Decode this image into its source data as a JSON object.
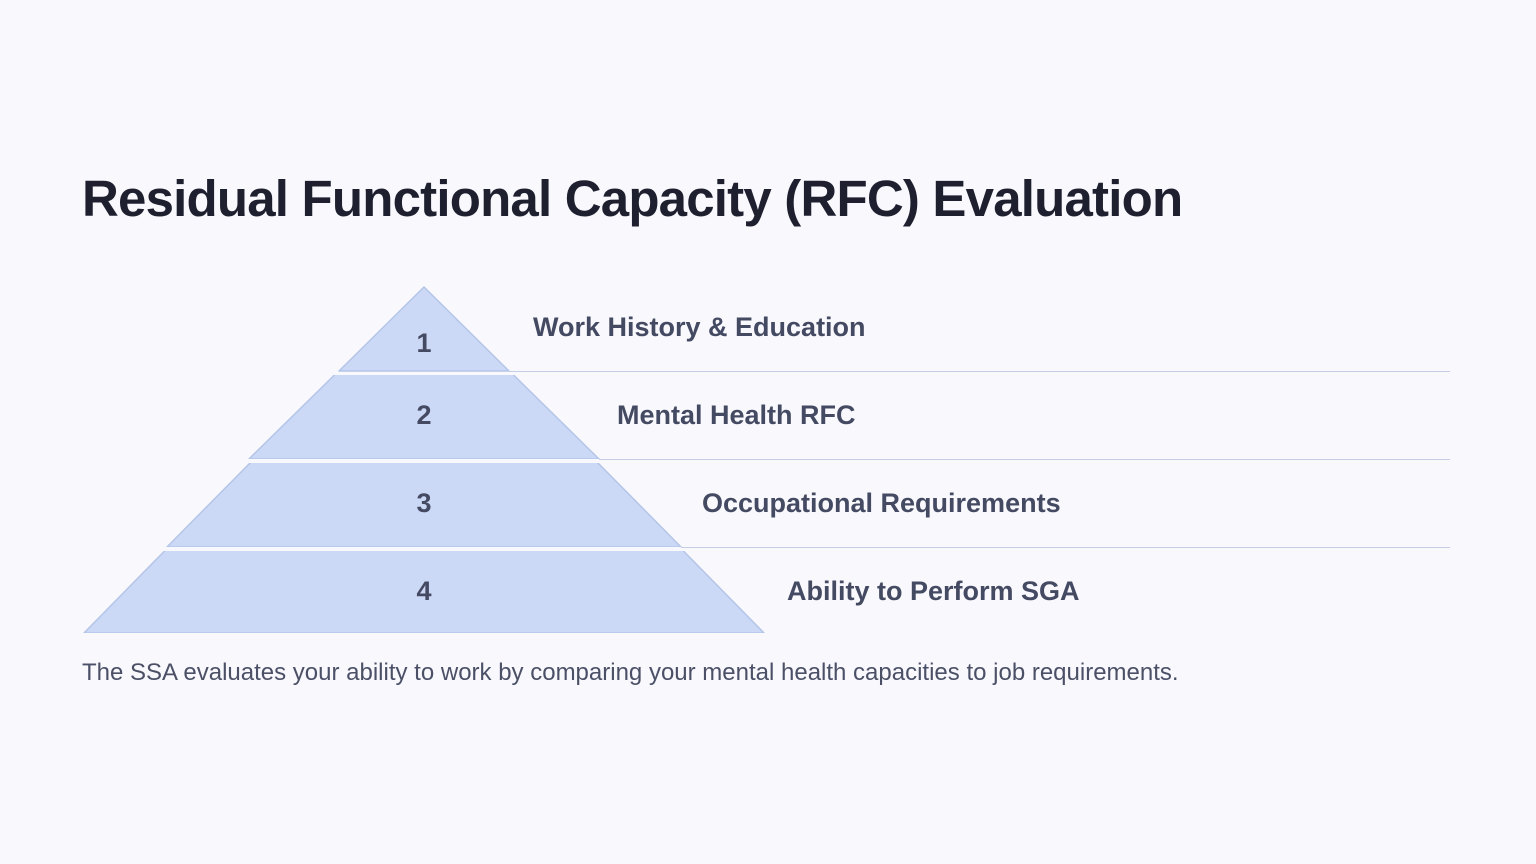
{
  "slide": {
    "title": "Residual Functional Capacity (RFC) Evaluation",
    "caption": "The SSA evaluates your ability to work by comparing your mental health capacities to job requirements.",
    "background_color": "#f8f8fd",
    "title_color": "#1e2030",
    "caption_color": "#4b5067"
  },
  "pyramid": {
    "fill_color": "#ccd9f6",
    "stroke_color": "#b4c5e8",
    "divider_color": "#c3cde4",
    "text_color": "#454a63",
    "tiers": [
      {
        "number": "1",
        "label": "Work History & Education"
      },
      {
        "number": "2",
        "label": "Mental Health RFC"
      },
      {
        "number": "3",
        "label": "Occupational Requirements"
      },
      {
        "number": "4",
        "label": "Ability to Perform SGA"
      }
    ]
  },
  "chart_data": {
    "type": "pyramid",
    "title": "Residual Functional Capacity (RFC) Evaluation",
    "subtitle": "The SSA evaluates your ability to work by comparing your mental health capacities to job requirements.",
    "orientation": "apex-up",
    "levels": 4,
    "categories": [
      "Work History & Education",
      "Mental Health RFC",
      "Occupational Requirements",
      "Ability to Perform SGA"
    ],
    "values": [
      1,
      2,
      3,
      4
    ],
    "legend": "none",
    "grid": false
  }
}
